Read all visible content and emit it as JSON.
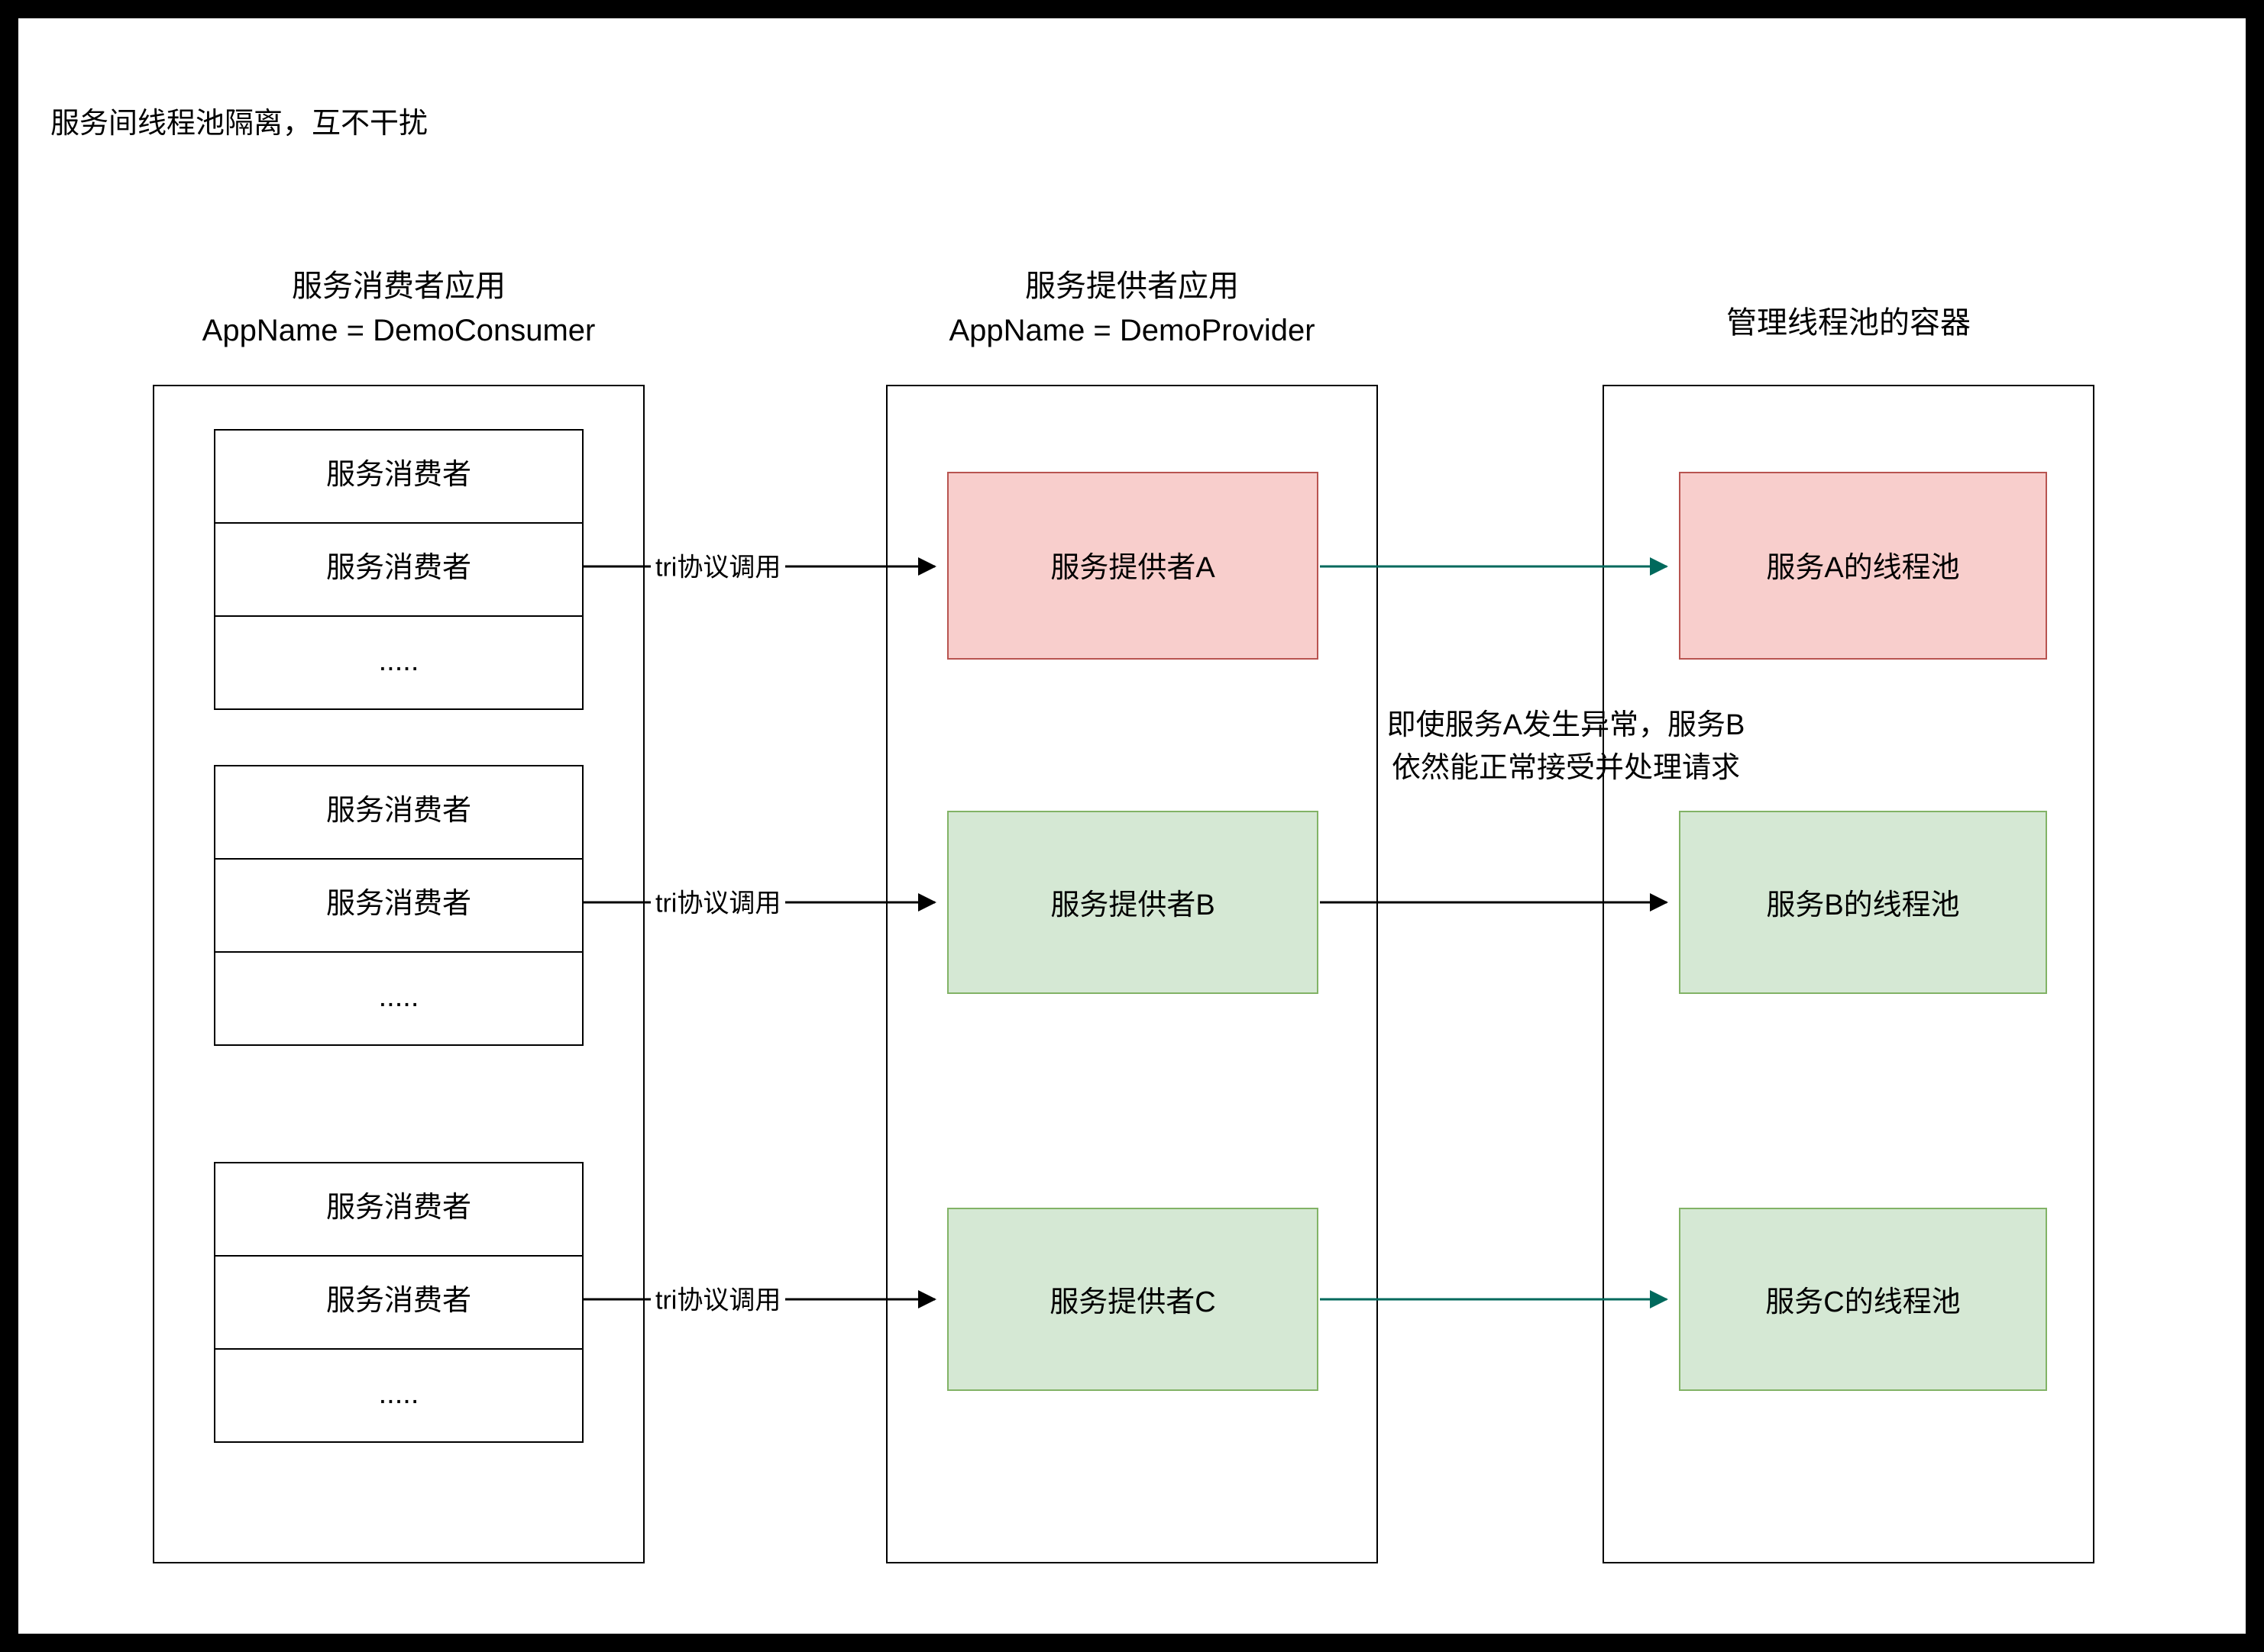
{
  "title": "服务间线程池隔离，互不干扰",
  "columns": {
    "consumer": {
      "header_line1": "服务消费者应用",
      "header_line2": "AppName = DemoConsumer",
      "groups": [
        {
          "rows": [
            "服务消费者",
            "服务消费者",
            "....."
          ]
        },
        {
          "rows": [
            "服务消费者",
            "服务消费者",
            "....."
          ]
        },
        {
          "rows": [
            "服务消费者",
            "服务消费者",
            "....."
          ]
        }
      ]
    },
    "provider": {
      "header_line1": "服务提供者应用",
      "header_line2": "AppName = DemoProvider",
      "boxes": [
        {
          "label": "服务提供者A",
          "variant": "red"
        },
        {
          "label": "服务提供者B",
          "variant": "green"
        },
        {
          "label": "服务提供者C",
          "variant": "green"
        }
      ]
    },
    "threadpool": {
      "header": "管理线程池的容器",
      "boxes": [
        {
          "label": "服务A的线程池",
          "variant": "red"
        },
        {
          "label": "服务B的线程池",
          "variant": "green"
        },
        {
          "label": "服务C的线程池",
          "variant": "green"
        }
      ]
    }
  },
  "edges": {
    "tri_labels": [
      "tri协议调用",
      "tri协议调用",
      "tri协议调用"
    ],
    "annotation_line1": "即使服务A发生异常，服务B",
    "annotation_line2": "依然能正常接受并处理请求"
  },
  "colors": {
    "red_fill": "#f8cecc",
    "red_stroke": "#b85450",
    "green_fill": "#d5e8d4",
    "green_stroke": "#82b366",
    "arrow_black": "#000000",
    "arrow_teal": "#00695c",
    "frame": "#000000",
    "canvas": "#ffffff"
  }
}
